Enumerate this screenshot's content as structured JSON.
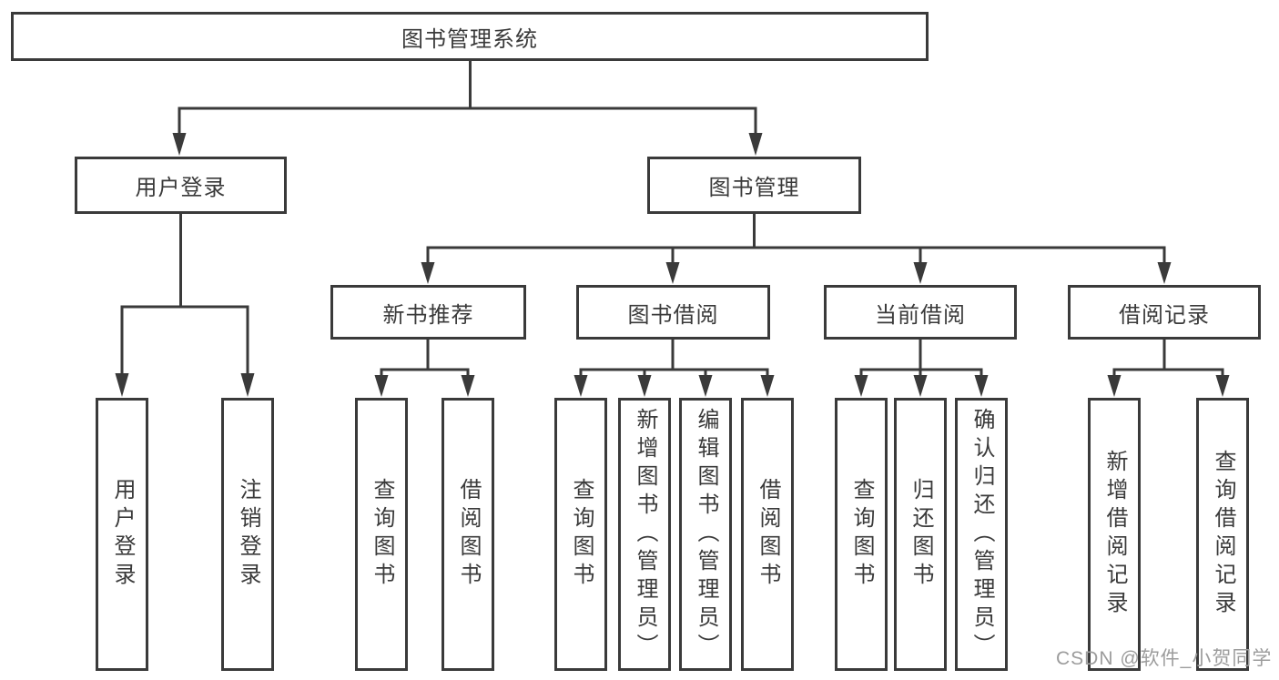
{
  "colors": {
    "line": "#3a3a3a",
    "text": "#3a3a3a",
    "watermark": "#9c9c9c",
    "bg": "#ffffff"
  },
  "tree": {
    "label": "图书管理系统",
    "children": [
      {
        "label": "用户登录",
        "children": [
          {
            "label": "用户登录"
          },
          {
            "label": "注销登录"
          }
        ]
      },
      {
        "label": "图书管理",
        "children": [
          {
            "label": "新书推荐",
            "children": [
              {
                "label": "查询图书"
              },
              {
                "label": "借阅图书"
              }
            ]
          },
          {
            "label": "图书借阅",
            "children": [
              {
                "label": "查询图书"
              },
              {
                "label": "新增图书（管理员）"
              },
              {
                "label": "编辑图书（管理员）"
              },
              {
                "label": "借阅图书"
              }
            ]
          },
          {
            "label": "当前借阅",
            "children": [
              {
                "label": "查询图书"
              },
              {
                "label": "归还图书"
              },
              {
                "label": "确认归还（管理员）"
              }
            ]
          },
          {
            "label": "借阅记录",
            "children": [
              {
                "label": "新增借阅记录"
              },
              {
                "label": "查询借阅记录"
              }
            ]
          }
        ]
      }
    ]
  },
  "watermark": "CSDN @软件_小贺同学"
}
